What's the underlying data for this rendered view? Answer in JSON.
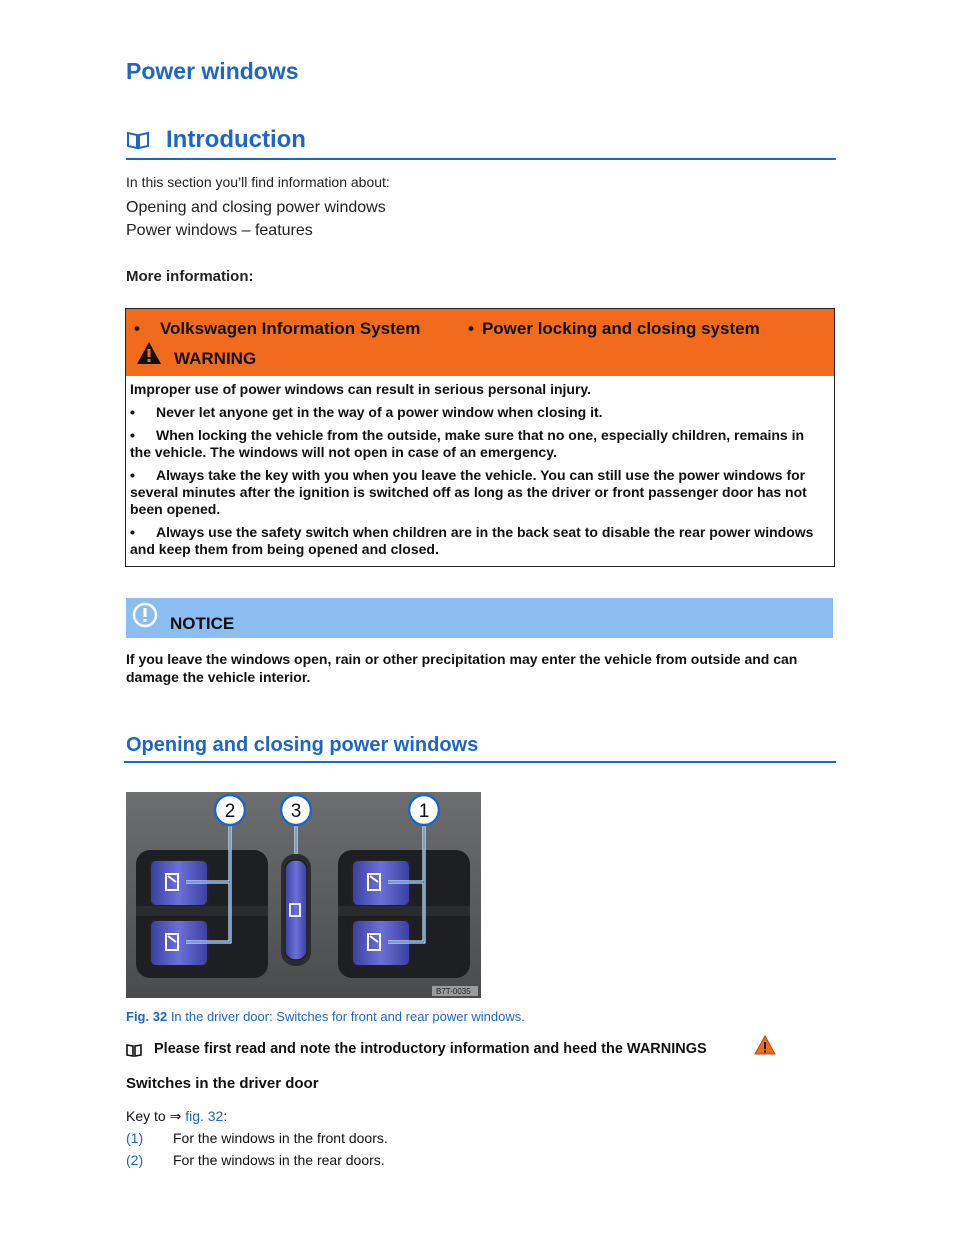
{
  "page_title": "Power windows",
  "intro": {
    "heading": "Introduction",
    "lead": "In this section you’ll find information about:",
    "links": [
      "Opening and closing power windows",
      "Power windows – features"
    ],
    "more_info": "More information:"
  },
  "warning": {
    "links": [
      "Volkswagen Information System",
      "Power locking and closing system"
    ],
    "label": "WARNING",
    "intro": "Improper use of power windows can result in serious personal injury.",
    "items": [
      "Never let anyone get in the way of a power window when closing it.",
      "When locking the vehicle from the outside, make sure that no one, especially children, remains in the vehicle. The windows will not open in case of an emergency.",
      "Always take the key with you when you leave the vehicle. You can still use the power windows for several minutes after the ignition is switched off as long as the driver or front passenger door has not been opened.",
      "Always use the safety switch when children are in the back seat to disable the rear power windows and keep them from being opened and closed."
    ],
    "color": "#f26a1b"
  },
  "notice": {
    "label": "NOTICE",
    "text": "If you leave the windows open, rain or other precipitation may enter the vehicle from outside and can damage the vehicle interior.",
    "color": "#8bbdf0"
  },
  "section": {
    "heading": "Opening and closing power windows",
    "figure": {
      "callouts": [
        "2",
        "3",
        "1"
      ],
      "code": "B7T-0035",
      "caption_label": "Fig. 32",
      "caption_text": "In the driver door: Switches for front and rear power windows."
    },
    "read_first": "Please first read and note the introductory information and heed the WARNINGS",
    "subheading": "Switches in the driver door",
    "key_prefix": "Key to ⇒ ",
    "key_ref": "fig. 32",
    "key_suffix": ":",
    "keys": [
      {
        "num": "(1)",
        "desc": "For the windows in the front doors."
      },
      {
        "num": "(2)",
        "desc": "For the windows in the rear doors."
      }
    ]
  },
  "accent_color": "#1d66c4"
}
